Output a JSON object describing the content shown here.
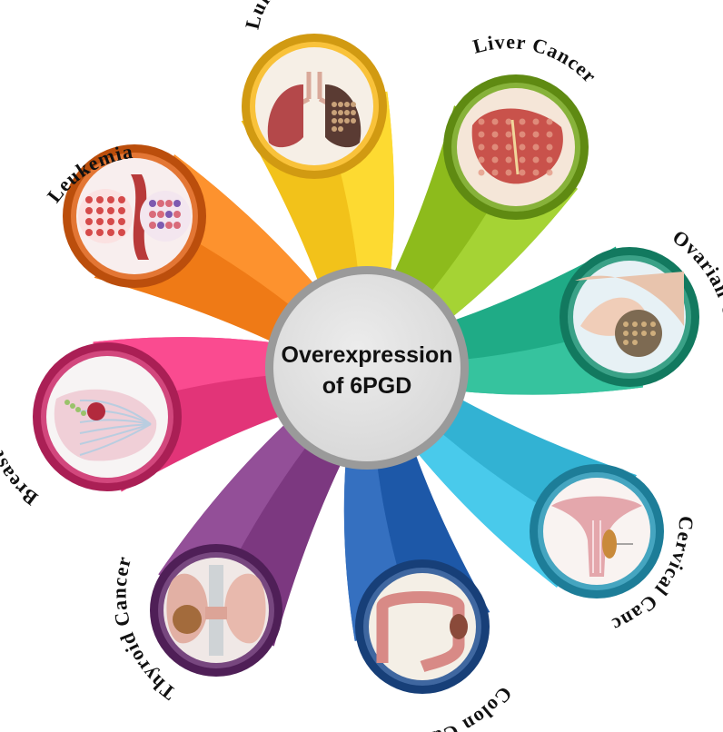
{
  "center": {
    "line1": "Overexpression",
    "line2": "of 6PGD",
    "fill": "#e3e3e3",
    "ring": "#8c8c8c"
  },
  "petals": [
    {
      "id": "lung",
      "label": "Lung Cancer",
      "icon": "lungs-icon",
      "color": "#f2c21a",
      "ring": "#d19a12",
      "bg": "#f6efe6"
    },
    {
      "id": "liver",
      "label": "Liver Cancer",
      "icon": "liver-icon",
      "color": "#8dbb1c",
      "ring": "#5f8a12",
      "bg": "#f5e6d8"
    },
    {
      "id": "ovarian",
      "label": "Ovarian Cancer",
      "icon": "ovary-icon",
      "color": "#1fab86",
      "ring": "#12795f",
      "bg": "#e7f1f5"
    },
    {
      "id": "cervical",
      "label": "Cervical Cancer",
      "icon": "uterus-icon",
      "color": "#32b2d3",
      "ring": "#1d7d98",
      "bg": "#f9f3f1"
    },
    {
      "id": "colon",
      "label": "Colon Cancer",
      "icon": "colon-icon",
      "color": "#1d58a8",
      "ring": "#173f78",
      "bg": "#f4efe6"
    },
    {
      "id": "thyroid",
      "label": "Thyroid Cancer",
      "icon": "thyroid-icon",
      "color": "#7c3880",
      "ring": "#4f1f57",
      "bg": "#f0e8e6"
    },
    {
      "id": "breast",
      "label": "Breast Cancer",
      "icon": "breast-icon",
      "color": "#e23478",
      "ring": "#aa1f55",
      "bg": "#f7f4f4"
    },
    {
      "id": "leukemia",
      "label": "Leukemia",
      "icon": "blood-cells-icon",
      "color": "#ef7a16",
      "ring": "#bb4e0c",
      "bg": "#f8eeee"
    }
  ]
}
